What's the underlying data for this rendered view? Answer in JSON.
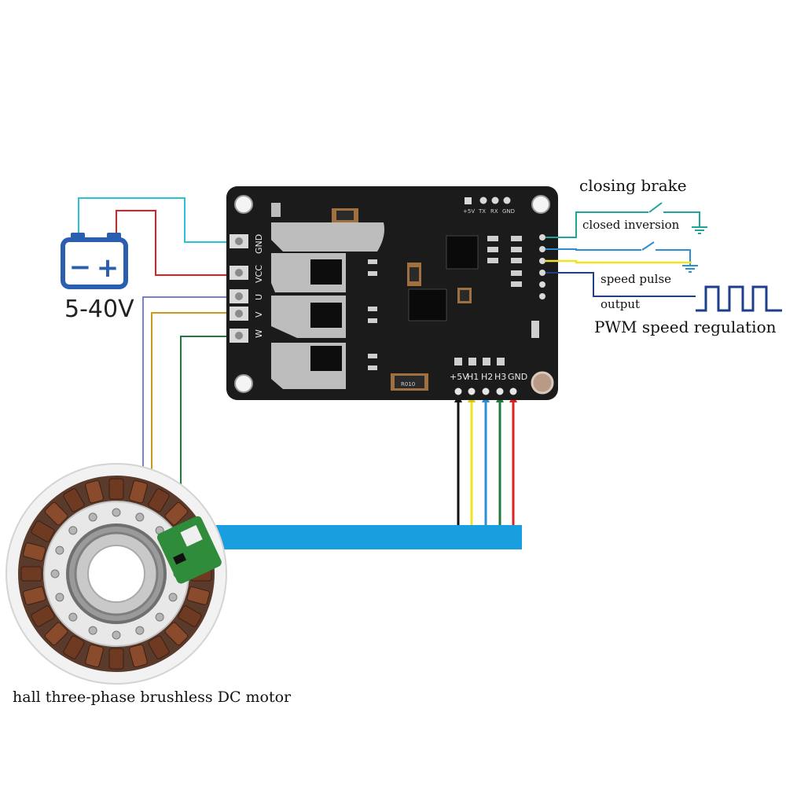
{
  "battery": {
    "voltage_label": "5-40V",
    "minus_symbol": "−",
    "plus_symbol": "+"
  },
  "board": {
    "power_pins": [
      "GND",
      "VCC",
      "U",
      "V",
      "W"
    ],
    "uart_pins": [
      "+5V",
      "TX",
      "RX",
      "GND"
    ],
    "hall_pins": [
      "+5V",
      "H1",
      "H2",
      "H3",
      "GND"
    ],
    "resistor_code": "R010"
  },
  "labels": {
    "closing_brake": "closing brake",
    "closed_inversion": "closed inversion",
    "speed_pulse": "speed pulse",
    "output": "output",
    "pwm_speed_regulation": "PWM speed regulation",
    "motor_caption": "hall three-phase brushless DC motor"
  },
  "colors": {
    "cyan_wire": "#29c3d6",
    "red_wire": "#e02020",
    "purple_wire": "#7b7fd4",
    "gold_wire": "#c89b1a",
    "green_wire": "#1f7a3c",
    "teal_switch": "#1fa39b",
    "blue_switch": "#2a8fd6",
    "yellow_wire": "#f2e424",
    "navy_wire": "#1d3f8c",
    "hall_bus": "#199fe0",
    "battery_blue": "#2a5fb0",
    "pcb_black": "#1b1b1b"
  }
}
